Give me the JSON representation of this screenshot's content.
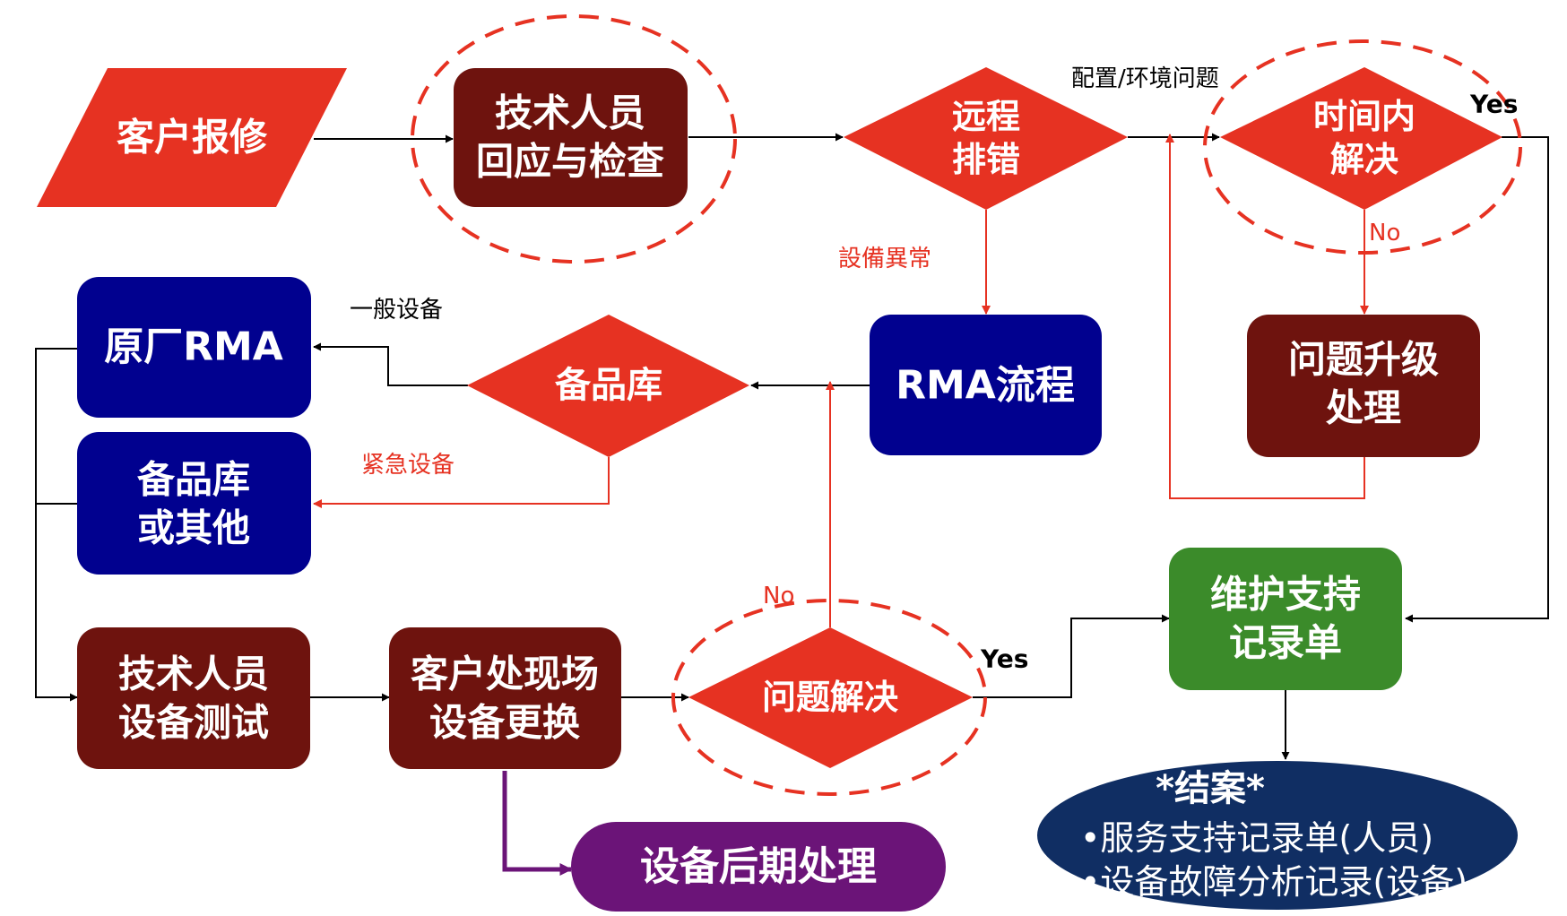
{
  "nodes": {
    "customer_report": "客户报修",
    "tech_response": [
      "技术人员",
      "回应与检查"
    ],
    "remote_troubleshoot": [
      "远程",
      "排错"
    ],
    "resolved_in_time": [
      "时间内",
      "解决"
    ],
    "issue_escalation": [
      "问题升级",
      "处理"
    ],
    "rma_process": "RMA流程",
    "spare_inventory": "备品库",
    "vendor_rma": "原厂RMA",
    "spare_or_other": [
      "备品库",
      "或其他"
    ],
    "tech_device_test": [
      "技术人员",
      "设备测试"
    ],
    "onsite_replacement": [
      "客户处现场",
      "设备更换"
    ],
    "issue_resolved": "问题解决",
    "maintenance_record": [
      "维护支持",
      "记录单"
    ],
    "device_post_processing": "设备后期处理",
    "case_close": {
      "title": "*结案*",
      "items": [
        "•服务支持记录单(人员)",
        "•设备故障分析记录(设备)"
      ]
    }
  },
  "edge_labels": {
    "config_env_issue": "配置/环境问题",
    "device_abnormal": "設備異常",
    "general_device": "一般设备",
    "urgent_device": "紧急设备",
    "yes_top": "Yes",
    "no_top": "No",
    "no_bottom": "No",
    "yes_bottom": "Yes"
  },
  "colors": {
    "red": "#e63222",
    "maroon": "#6e130e",
    "navy": "#01018f",
    "green": "#3b8b2a",
    "purple": "#6b1478",
    "dark_navy": "#102e63"
  }
}
